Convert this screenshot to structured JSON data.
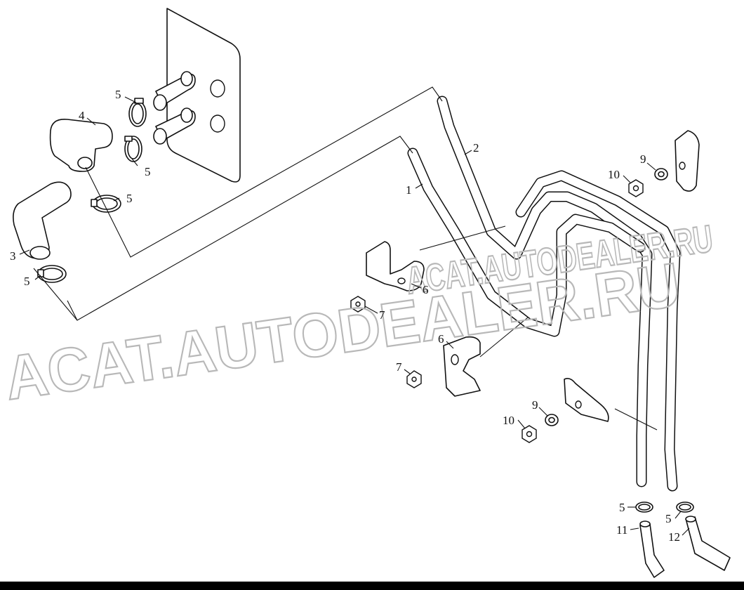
{
  "watermark": {
    "text_main": "ACAT.AUTODEALER.RU",
    "text_secondary": "ACAT.AUTODEALER.RU",
    "color": "#b8b8b8"
  },
  "callouts": [
    {
      "id": "c1",
      "label": "1"
    },
    {
      "id": "c2",
      "label": "2"
    },
    {
      "id": "c3",
      "label": "3"
    },
    {
      "id": "c4",
      "label": "4"
    },
    {
      "id": "c5a",
      "label": "5"
    },
    {
      "id": "c5b",
      "label": "5"
    },
    {
      "id": "c5c",
      "label": "5"
    },
    {
      "id": "c5d",
      "label": "5"
    },
    {
      "id": "c5e",
      "label": "5"
    },
    {
      "id": "c5f",
      "label": "5"
    },
    {
      "id": "c6a",
      "label": "6"
    },
    {
      "id": "c6b",
      "label": "6"
    },
    {
      "id": "c7a",
      "label": "7"
    },
    {
      "id": "c7b",
      "label": "7"
    },
    {
      "id": "c9a",
      "label": "9"
    },
    {
      "id": "c9b",
      "label": "9"
    },
    {
      "id": "c10a",
      "label": "10"
    },
    {
      "id": "c10b",
      "label": "10"
    },
    {
      "id": "c11",
      "label": "11"
    },
    {
      "id": "c12",
      "label": "12"
    }
  ]
}
